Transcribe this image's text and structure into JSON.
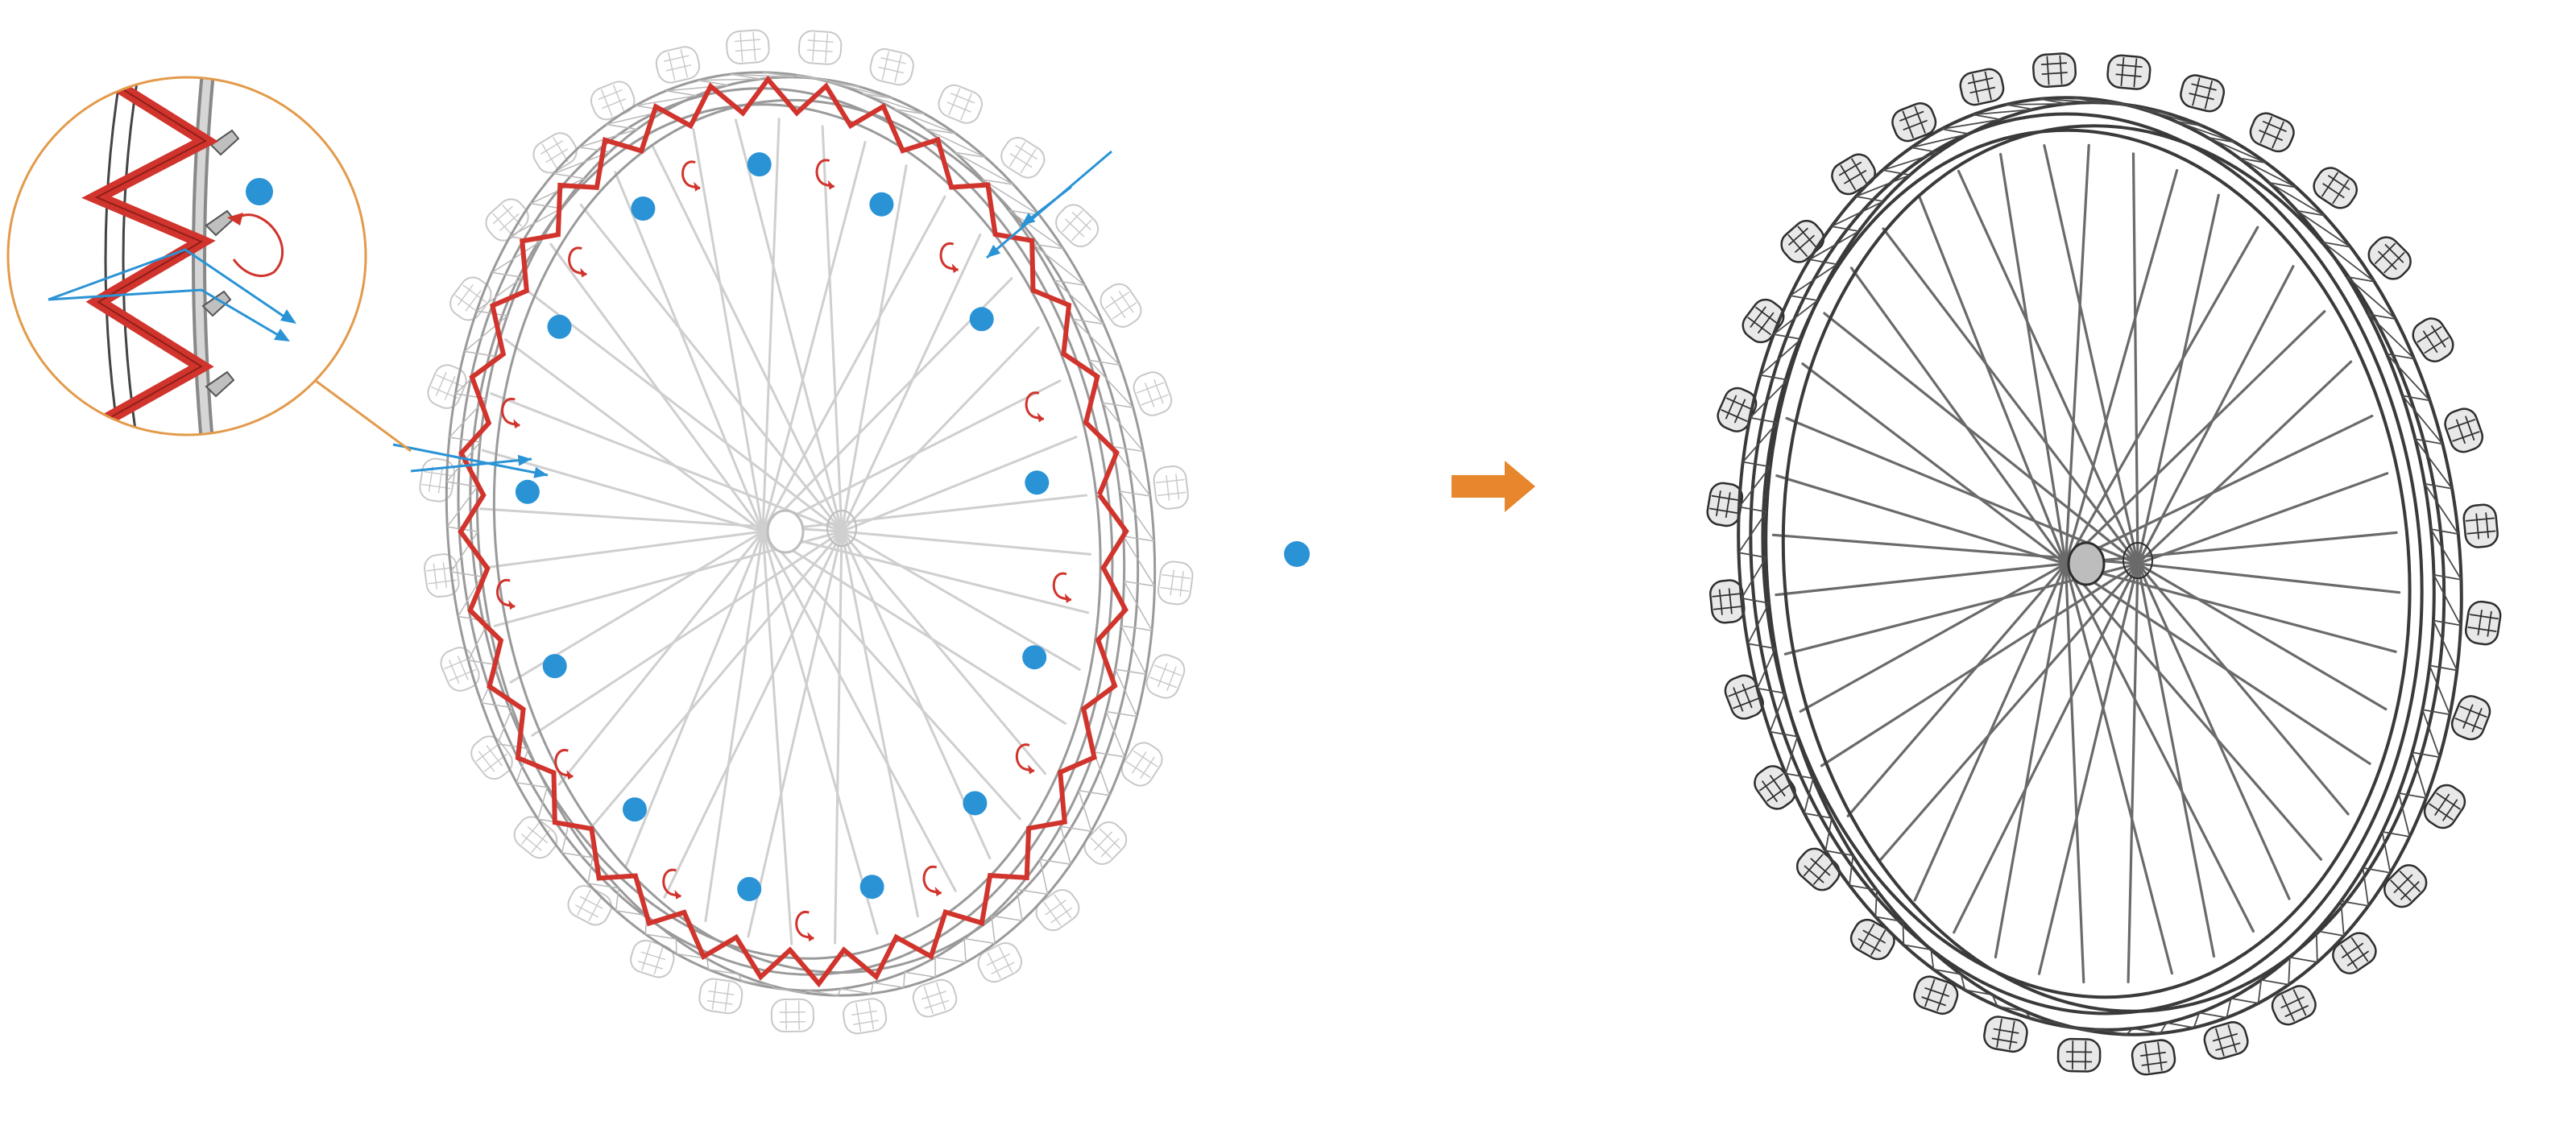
{
  "diagram": {
    "type": "assembly-instruction",
    "panels": [
      {
        "name": "before",
        "subject": "ferris-wheel-frame",
        "state": "zigzag-strut-highlighted",
        "highlight_color": "#d0342c",
        "frame_color": "#9a9a9a",
        "marker_color": "#2a93d5",
        "marker_count": 13,
        "callout_ring_color": "#e39a4a"
      },
      {
        "name": "after",
        "subject": "ferris-wheel-frame",
        "state": "assembled",
        "frame_color": "#3a3a3a"
      }
    ],
    "arrow": {
      "direction": "right",
      "color": "#e8862e"
    },
    "icons": [
      "blue-dot-marker",
      "red-hook-arrow",
      "blue-insert-arrow",
      "orange-step-arrow"
    ]
  }
}
